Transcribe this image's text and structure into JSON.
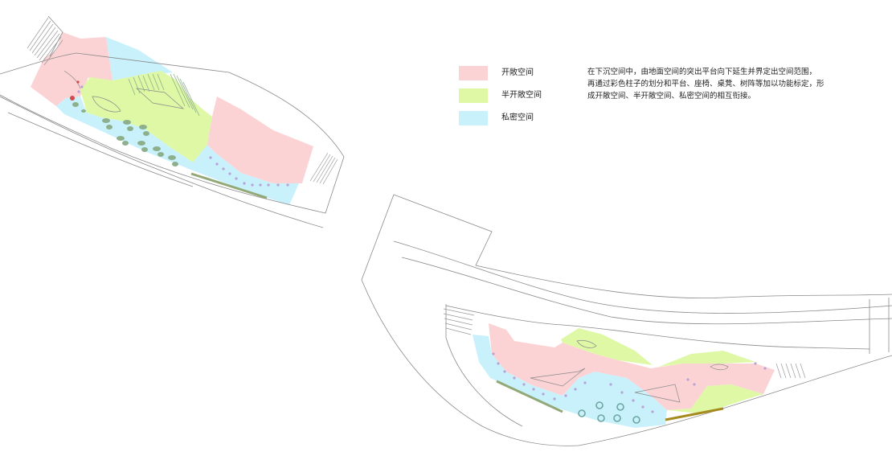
{
  "colors": {
    "open": "#fcd3d5",
    "semi_open": "#def8a6",
    "private": "#c9f1fc",
    "seat": "#8eaf8c",
    "bench_green": "#93a877",
    "bench_olive": "#a58a1e",
    "column_purple": "#b9a3d6",
    "column_red": "#d24a4a",
    "line": "#8a8a8a",
    "stair": "#9a9a9a"
  },
  "legend": [
    {
      "label": "开敞空间",
      "color_key": "open"
    },
    {
      "label": "半开敞空间",
      "color_key": "semi_open"
    },
    {
      "label": "私密空间",
      "color_key": "private"
    }
  ],
  "description": {
    "line1": "在下沉空间中，由地面空间的突出平台向下延生并界定出空间范围，",
    "line2": "再通过彩色柱子的划分和平台、座椅、桌凳、树阵等加以功能标定，形",
    "line3": "成开敞空间、半开敞空间、私密空间的相互衔接。"
  },
  "icons": {
    "seating": "seat-cluster-icon",
    "column": "column-dot-icon",
    "stair": "stair-icon"
  }
}
